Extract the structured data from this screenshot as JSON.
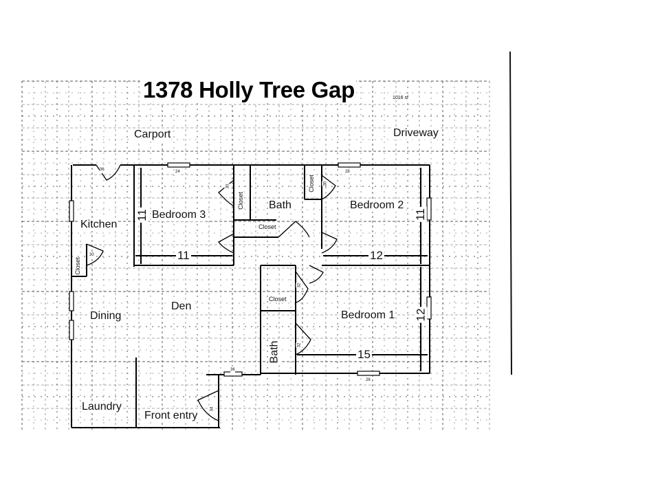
{
  "title": "1378 Holly Tree Gap",
  "area": "1016 sf",
  "outside_labels": {
    "carport": "Carport",
    "driveway": "Driveway"
  },
  "rooms": {
    "kitchen": "Kitchen",
    "bedroom3": "Bedroom 3",
    "bath_upper": "Bath",
    "bedroom2": "Bedroom 2",
    "closet_kitchen": "Closet",
    "closet_bed3": "Closet",
    "closet_hall": "Closet",
    "closet_bed2": "Closet",
    "closet_bed1": "Closet",
    "dining": "Dining",
    "den": "Den",
    "bedroom1": "Bedroom 1",
    "bath_lower": "Bath",
    "laundry": "Laundry",
    "front_entry": "Front entry"
  },
  "dimensions": {
    "bed3_depth": "11",
    "bed3_width": "11",
    "bed2_depth": "11",
    "bed2_width": "12",
    "bed1_depth": "12",
    "bed1_width": "15"
  },
  "marks": {
    "door_36": "36",
    "door_34": "34",
    "door_32": "32",
    "door_30": "30",
    "win_24": "24",
    "win_28": "28",
    "win_26": "26"
  }
}
